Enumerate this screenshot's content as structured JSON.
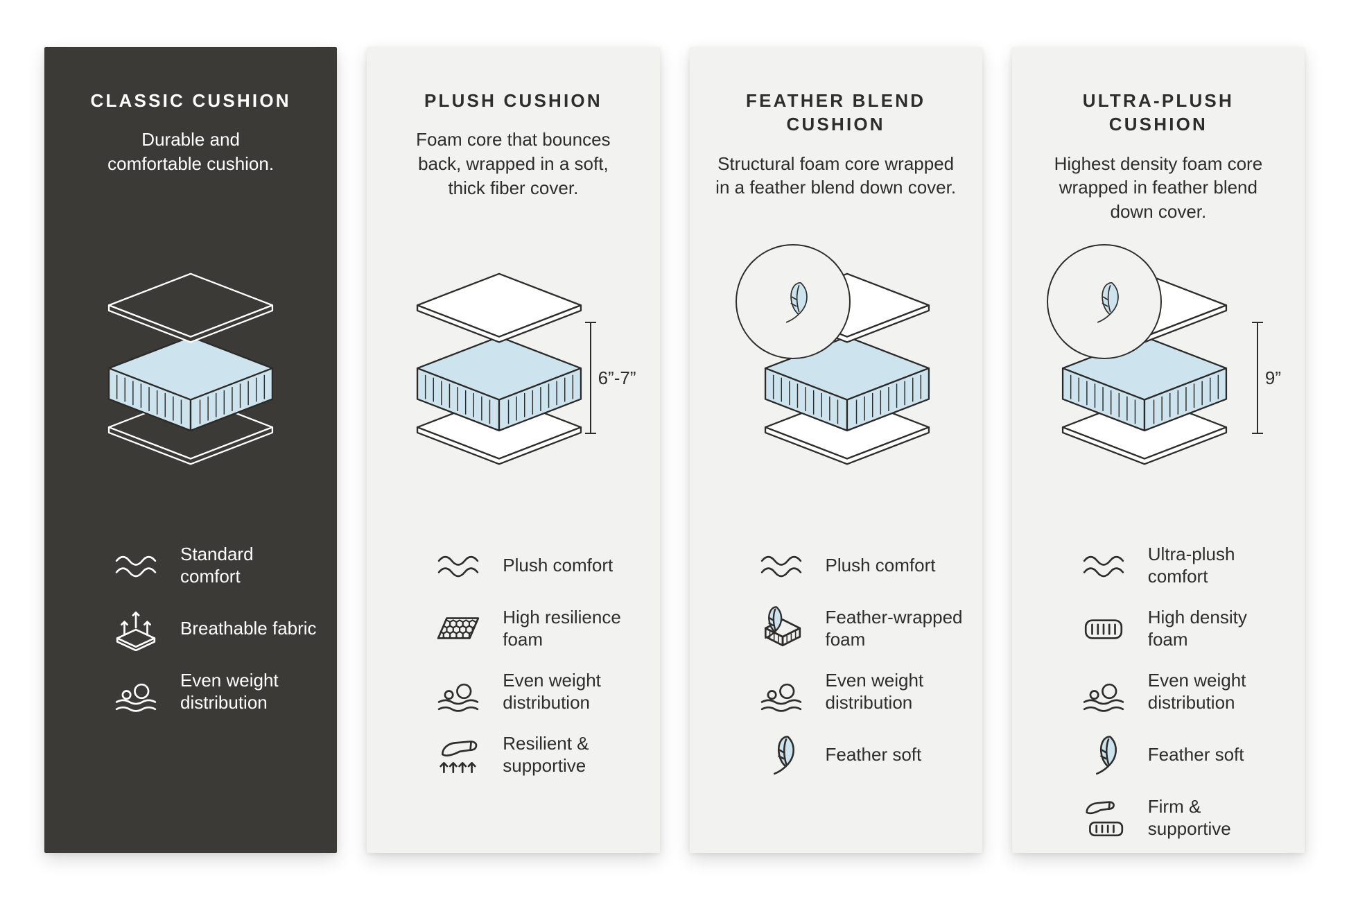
{
  "page": {
    "background": "#ffffff"
  },
  "colors": {
    "dark_panel": "#3b3a37",
    "light_panel": "#f2f2f1",
    "foam_blue": "#cde4ee",
    "ink": "#2e2d2c",
    "white": "#ffffff"
  },
  "panels": [
    {
      "id": "classic",
      "theme": "dark",
      "title": "CLASSIC CUSHION",
      "description": "Durable and comfortable cushion.",
      "diagram": {
        "type": "exploded-cushion-layers"
      },
      "features": [
        {
          "icon": "waves-icon",
          "label": "Standard comfort"
        },
        {
          "icon": "breathable-fabric-icon",
          "label": "Breathable fabric"
        },
        {
          "icon": "even-weight-icon",
          "label": "Even weight distribution"
        }
      ]
    },
    {
      "id": "plush",
      "theme": "light",
      "title": "PLUSH CUSHION",
      "description": "Foam core that bounces back, wrapped in a soft, thick fiber cover.",
      "diagram": {
        "type": "exploded-cushion-layers",
        "dimension": "6”-7”"
      },
      "features": [
        {
          "icon": "waves-icon",
          "label": "Plush comfort"
        },
        {
          "icon": "honeycomb-foam-icon",
          "label": "High resilience foam"
        },
        {
          "icon": "even-weight-icon",
          "label": "Even weight distribution"
        },
        {
          "icon": "hand-press-icon",
          "label": "Resilient & supportive"
        }
      ]
    },
    {
      "id": "feather-blend",
      "theme": "light",
      "title": "FEATHER BLEND CUSHION",
      "description": "Structural foam core wrapped in a feather blend down cover.",
      "diagram": {
        "type": "exploded-cushion-layers",
        "badge_icon": "feather-icon"
      },
      "features": [
        {
          "icon": "waves-icon",
          "label": "Plush comfort"
        },
        {
          "icon": "feather-foam-icon",
          "label": "Feather-wrapped foam"
        },
        {
          "icon": "even-weight-icon",
          "label": "Even weight distribution"
        },
        {
          "icon": "feather-icon",
          "label": "Feather soft"
        }
      ]
    },
    {
      "id": "ultra-plush",
      "theme": "light",
      "title": "ULTRA-PLUSH CUSHION",
      "description": "Highest density foam core wrapped in feather blend down cover.",
      "diagram": {
        "type": "exploded-cushion-layers",
        "badge_icon": "feather-icon",
        "dimension": "9”"
      },
      "features": [
        {
          "icon": "waves-icon",
          "label": "Ultra-plush comfort"
        },
        {
          "icon": "density-foam-icon",
          "label": "High density foam"
        },
        {
          "icon": "even-weight-icon",
          "label": "Even weight distribution"
        },
        {
          "icon": "feather-icon",
          "label": "Feather soft"
        },
        {
          "icon": "hand-press-icon",
          "label": "Firm & supportive"
        }
      ]
    }
  ]
}
